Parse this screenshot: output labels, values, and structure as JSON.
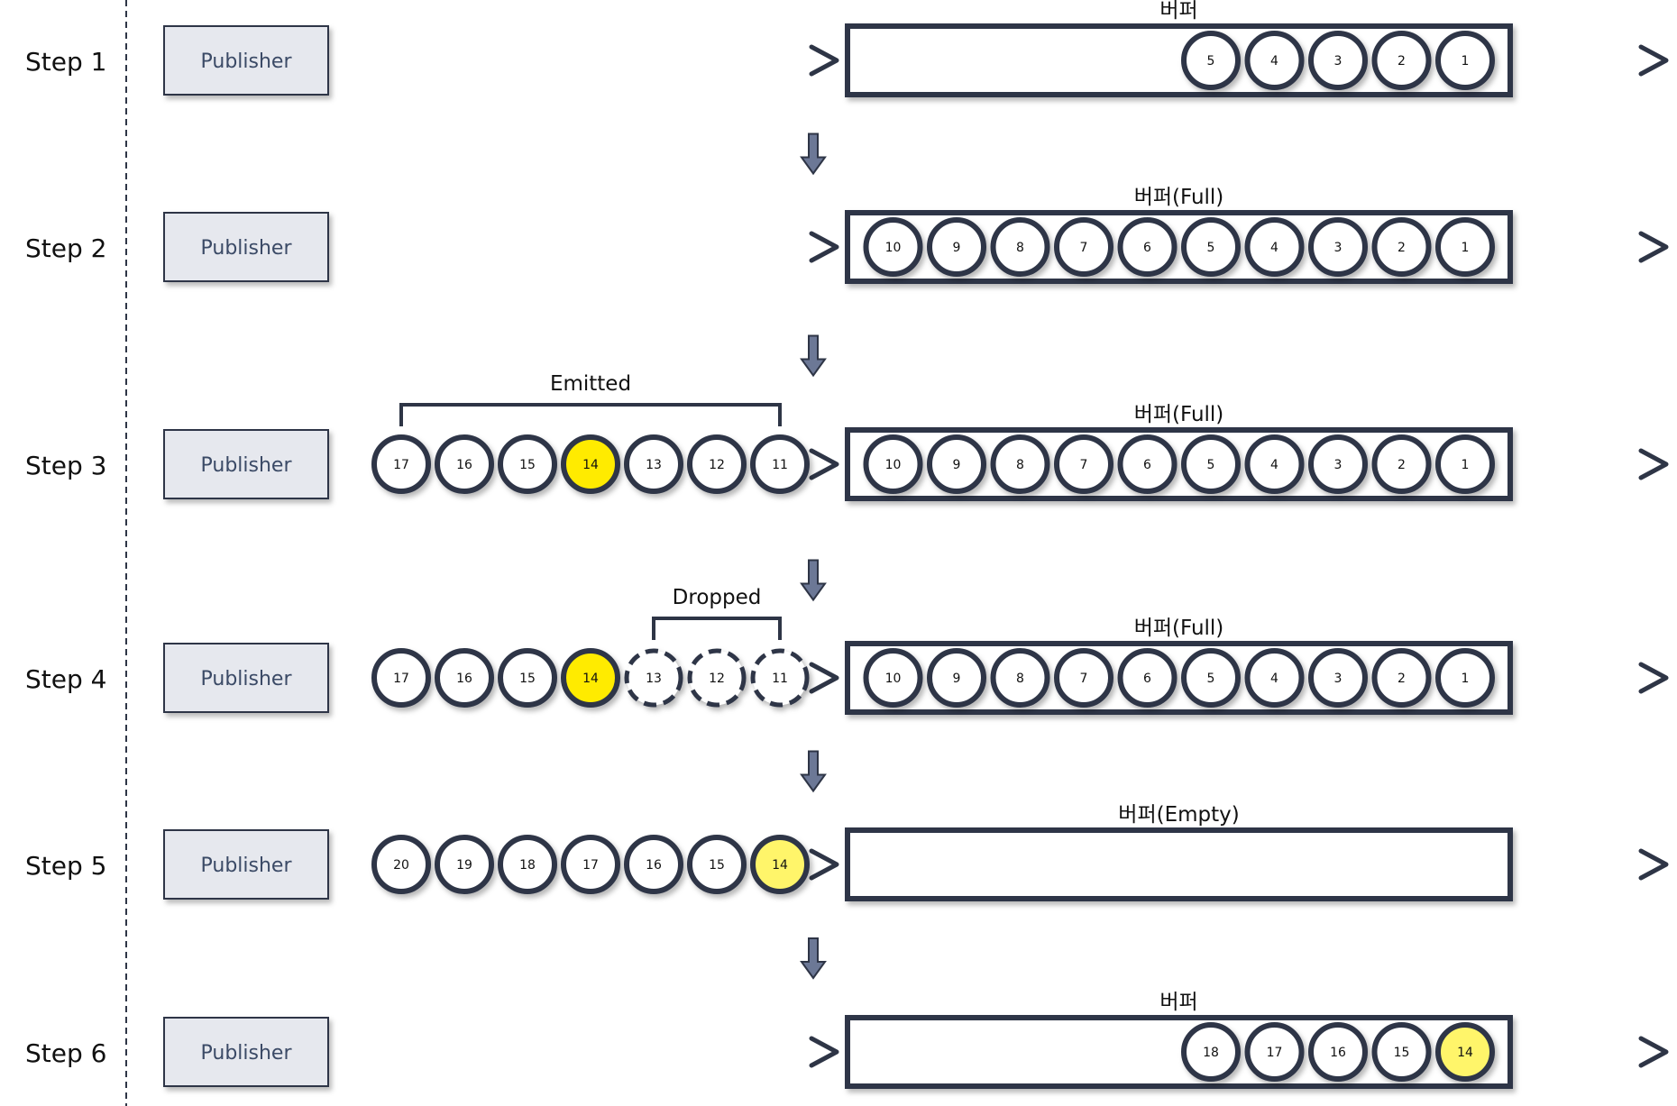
{
  "colors": {
    "stroke": "#2e3546",
    "publisher_fill": "#e6e8ee",
    "publisher_text": "#3b4a66",
    "down_arrow_fill": "#6c7896",
    "highlight": "#ffeb00",
    "highlight_light": "#fff56a",
    "ball_fill": "#ffffff"
  },
  "publisher_label": "Publisher",
  "steps": [
    {
      "label": "Step 1",
      "buffer_label": "버퍼",
      "emitted": [],
      "emitted_bracket": null,
      "buffer": [
        5,
        4,
        3,
        2,
        1
      ],
      "highlight": []
    },
    {
      "label": "Step 2",
      "buffer_label": "버퍼(Full)",
      "emitted": [],
      "emitted_bracket": null,
      "buffer": [
        10,
        9,
        8,
        7,
        6,
        5,
        4,
        3,
        2,
        1
      ],
      "highlight": []
    },
    {
      "label": "Step 3",
      "buffer_label": "버퍼(Full)",
      "emitted": [
        17,
        16,
        15,
        14,
        13,
        12,
        11
      ],
      "emitted_bracket": {
        "label": "Emitted",
        "items": [
          17,
          11
        ]
      },
      "buffer": [
        10,
        9,
        8,
        7,
        6,
        5,
        4,
        3,
        2,
        1
      ],
      "highlight": [
        14
      ]
    },
    {
      "label": "Step 4",
      "buffer_label": "버퍼(Full)",
      "emitted": [
        17,
        16,
        15,
        14,
        13,
        12,
        11
      ],
      "dropped": [
        13,
        12,
        11
      ],
      "emitted_bracket": {
        "label": "Dropped",
        "items": [
          13,
          11
        ]
      },
      "buffer": [
        10,
        9,
        8,
        7,
        6,
        5,
        4,
        3,
        2,
        1
      ],
      "highlight": [
        14
      ]
    },
    {
      "label": "Step 5",
      "buffer_label": "버퍼(Empty)",
      "emitted": [
        20,
        19,
        18,
        17,
        16,
        15,
        14
      ],
      "emitted_bracket": null,
      "buffer": [],
      "highlight_light": [
        14
      ]
    },
    {
      "label": "Step 6",
      "buffer_label": "버퍼",
      "emitted": [],
      "emitted_bracket": null,
      "buffer": [
        18,
        17,
        16,
        15,
        14
      ],
      "highlight_light": [
        14
      ]
    }
  ]
}
